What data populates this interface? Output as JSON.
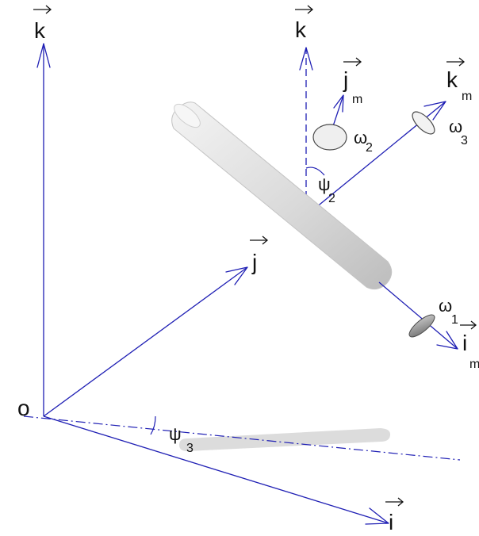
{
  "labels": {
    "origin": "o",
    "k_fixed": "k",
    "k_moving_dashed": "k",
    "j_fixed": "j",
    "i_fixed": "i",
    "j_m_base": "j",
    "j_m_sub": "m",
    "k_m_base": "k",
    "k_m_sub": "m",
    "i_m_base": "i",
    "i_m_sub": "m",
    "omega1_base": "ω",
    "omega1_sub": "1",
    "omega2_base": "ω",
    "omega2_sub": "2",
    "omega3_base": "ω",
    "omega3_sub": "3",
    "psi2_base": "ψ",
    "psi2_sub": "2",
    "psi3_base": "ψ",
    "psi3_sub": "3"
  },
  "colors": {
    "axis": "#1f1fb4",
    "label": "#111111",
    "cylinder_light": "#f2f2f2",
    "cylinder_mid": "#d6d6d6",
    "cylinder_dark": "#b9b9b9",
    "shadow": "#dcdcdc",
    "spin_disk": "#8f8f8f"
  }
}
